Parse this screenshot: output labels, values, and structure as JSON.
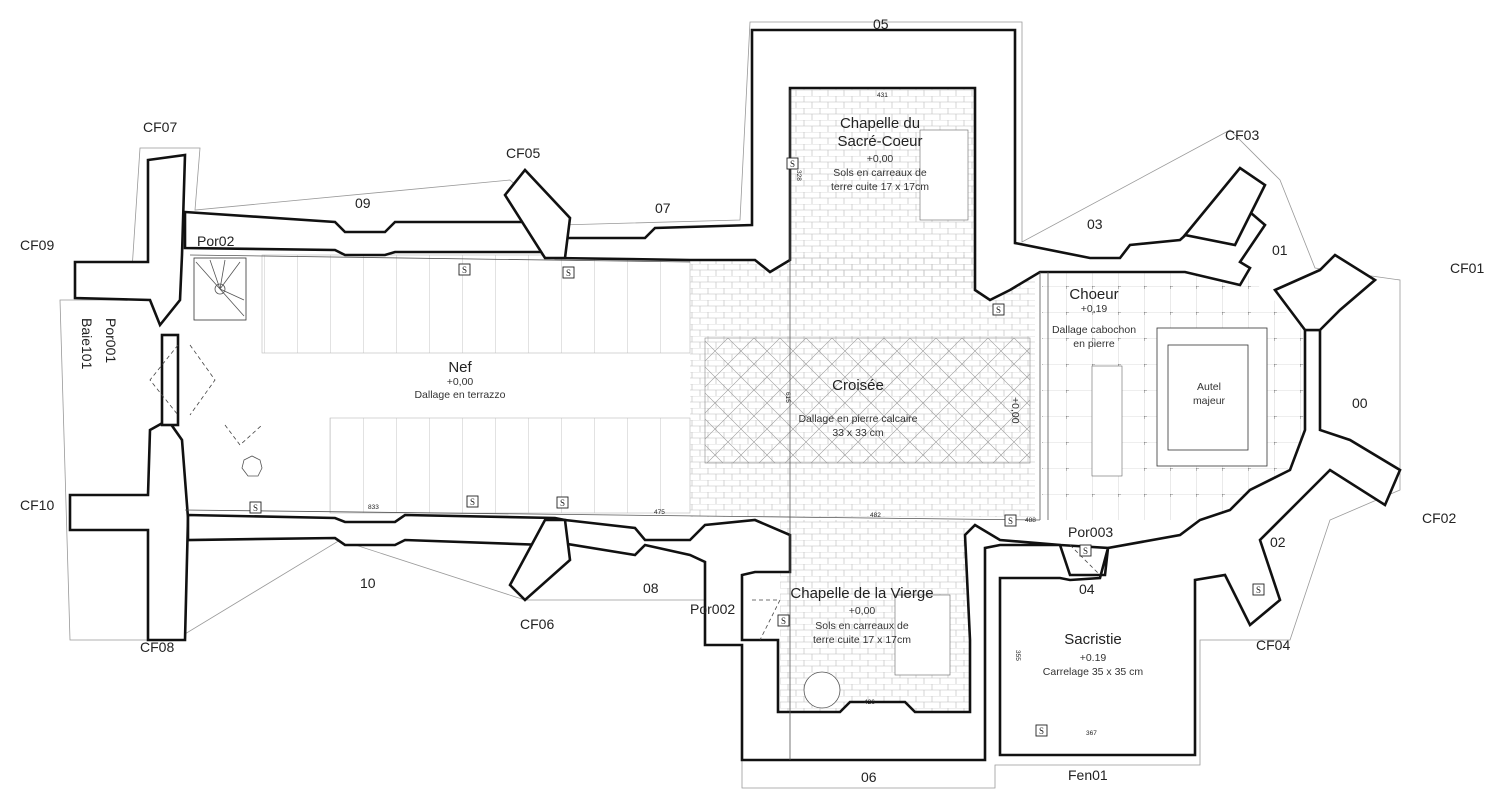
{
  "title": "Plan du rez-de-chaussée - église",
  "rooms": {
    "nef": {
      "name": "Nef",
      "level": "+0,00",
      "floor": "Dallage en terrazzo"
    },
    "croisee": {
      "name": "Croisée",
      "floor_line1": "Dallage en pierre calcaire",
      "floor_line2": "33 x 33 cm"
    },
    "sacre_coeur": {
      "name_line1": "Chapelle du",
      "name_line2": "Sacré-Coeur",
      "level": "+0,00",
      "floor_line1": "Sols  en  carreaux  de",
      "floor_line2": "terre cuite 17 x 17cm"
    },
    "vierge": {
      "name": "Chapelle de la Vierge",
      "level": "+0,00",
      "floor_line1": "Sols  en  carreaux  de",
      "floor_line2": "terre cuite 17 x 17cm"
    },
    "choeur": {
      "name": "Choeur",
      "level": "+0,19",
      "floor_line1": "Dallage cabochon",
      "floor_line2": "en pierre"
    },
    "autel": {
      "line1": "Autel",
      "line2": "majeur"
    },
    "sacristie": {
      "name": "Sacristie",
      "level": "+0.19",
      "floor": "Carrelage 35 x 35 cm"
    }
  },
  "buttresses": [
    "CF01",
    "CF02",
    "CF03",
    "CF04",
    "CF05",
    "CF06",
    "CF07",
    "CF08",
    "CF09",
    "CF10"
  ],
  "bays": [
    "00",
    "01",
    "02",
    "03",
    "04",
    "05",
    "06",
    "07",
    "08",
    "09",
    "10"
  ],
  "openings": {
    "por02": "Por02",
    "por001": "Por001",
    "baie101": "Baie101",
    "por002": "Por002",
    "por003": "Por003",
    "fen01": "Fen01"
  },
  "levels": {
    "croisee_step": "+0,00"
  },
  "dimensions": {
    "nef_south": "833",
    "nef_east": "475",
    "croisee_south": "482",
    "choeur_south": "488",
    "croisee_axis": "615",
    "sacre_coeur_top": "431",
    "sacre_coeur_side": "328",
    "vierge_bottom": "426",
    "sacristie_side": "355",
    "sacristie_bottom": "367"
  },
  "symbol_s": "S",
  "colors": {
    "wall": "#111111",
    "marker_red": "#e03030"
  }
}
